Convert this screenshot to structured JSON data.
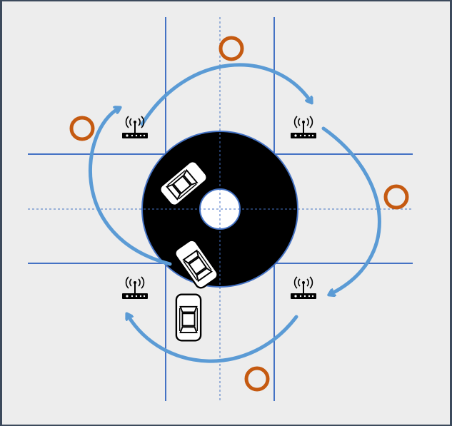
{
  "diagram": {
    "description_label": "",
    "colors": {
      "background": "#ededed",
      "frame": "#3c4a5c",
      "road_line": "#4472c4",
      "roundabout": "#000000",
      "center_island": "#ffffff",
      "arrow": "#5b9bd5",
      "ring_marker": "#c55a11",
      "router": "#000000",
      "car_body": "#ffffff",
      "car_outline": "#000000"
    },
    "icons": {
      "router": "wifi-router-icon",
      "car": "car-icon",
      "marker": "ring-marker-icon",
      "arrow": "curved-arrow-icon"
    },
    "counts": {
      "routers": 4,
      "cars": 3,
      "markers": 4,
      "arrows": 4
    }
  }
}
